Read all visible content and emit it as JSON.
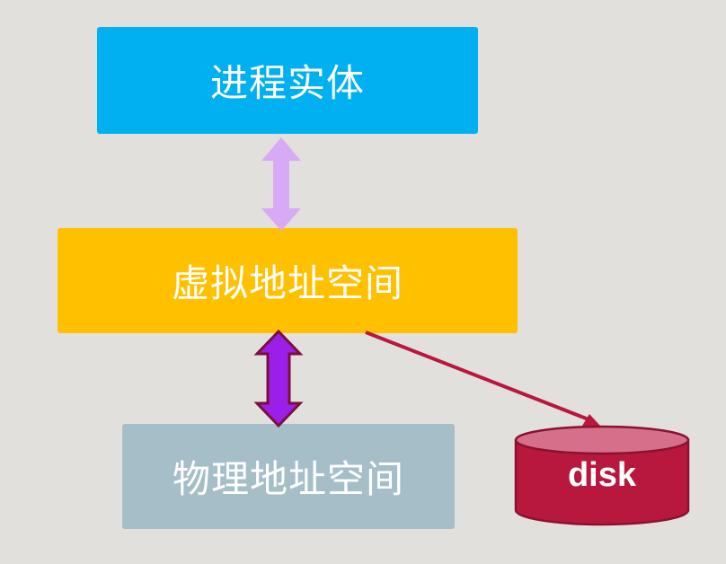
{
  "diagram": {
    "nodes": {
      "process": {
        "label": "进程实体",
        "color": "#00b0f0"
      },
      "virtual": {
        "label": "虚拟地址空间",
        "color": "#ffc000"
      },
      "physical": {
        "label": "物理地址空间",
        "color": "#a5bec8"
      },
      "disk": {
        "label": "disk",
        "color": "#b8183e",
        "top_color": "#d6708a"
      }
    },
    "edges": [
      {
        "from": "process",
        "to": "virtual",
        "type": "bidirectional",
        "color": "#d8aaf5"
      },
      {
        "from": "virtual",
        "to": "physical",
        "type": "bidirectional",
        "color": "#9b1fe8",
        "outline": "#7a0f3a"
      },
      {
        "from": "virtual",
        "to": "disk",
        "type": "directed",
        "color": "#b8183e"
      }
    ]
  }
}
